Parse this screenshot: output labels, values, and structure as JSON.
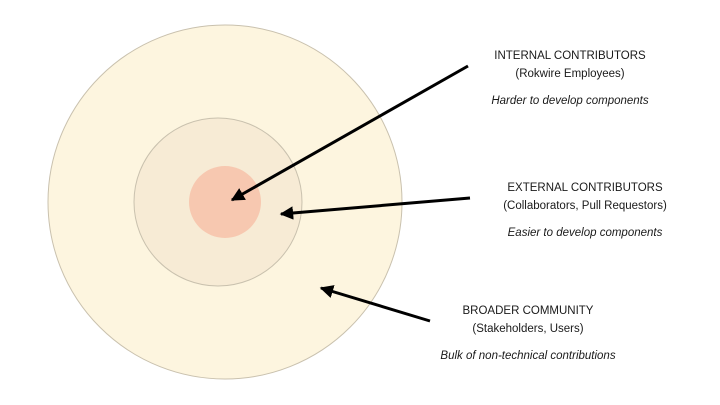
{
  "colors": {
    "outer_ring": "#fdf5df",
    "middle_ring": "#f7ebd5",
    "core": "#f7c8b0",
    "ring_stroke": "#c9c1ae",
    "arrow": "#000000"
  },
  "rings": {
    "internal": {
      "heading": "INTERNAL CONTRIBUTORS",
      "sub": "(Rokwire Employees)",
      "note": "Harder to develop components"
    },
    "external": {
      "heading": "EXTERNAL CONTRIBUTORS",
      "sub": "(Collaborators, Pull Requestors)",
      "note": "Easier to develop components"
    },
    "community": {
      "heading": "BROADER COMMUNITY",
      "sub": "(Stakeholders, Users)",
      "note": "Bulk of non-technical contributions"
    }
  }
}
